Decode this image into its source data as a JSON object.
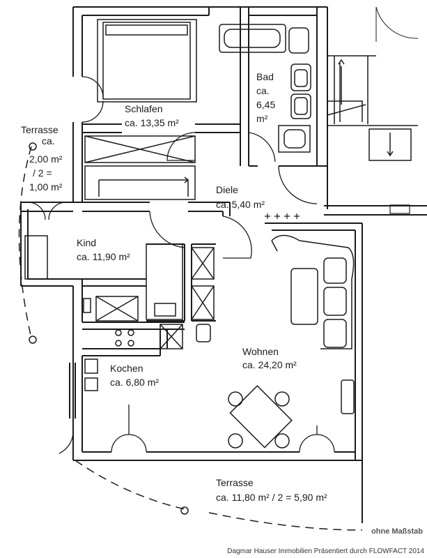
{
  "rooms": {
    "schlafen": {
      "name": "Schlafen",
      "area": "ca. 13,35 m²"
    },
    "bad": {
      "name": "Bad",
      "area_lines": [
        "ca.",
        "6,45",
        "m²"
      ]
    },
    "terrasse_small": {
      "name": "Terrasse",
      "area_lines": [
        "ca.",
        "2,00 m²",
        "/ 2 =",
        "1,00 m²"
      ]
    },
    "diele": {
      "name": "Diele",
      "area": "ca. 5,40 m²"
    },
    "kind": {
      "name": "Kind",
      "area": "ca. 11,90 m²"
    },
    "wohnen": {
      "name": "Wohnen",
      "area": "ca. 24,20 m²"
    },
    "kochen": {
      "name": "Kochen",
      "area": "ca. 6,80 m²"
    },
    "terrasse_large": {
      "name": "Terrasse",
      "area": "ca. 11,80 m² / 2 = 5,90 m²"
    }
  },
  "scale_note": "ohne Maßstab",
  "footer": "Dagmar Hauser Immobilien Präsentiert durch FLOWFACT 2014",
  "colors": {
    "line": "#1a1a1a",
    "background": "#ffffff"
  }
}
